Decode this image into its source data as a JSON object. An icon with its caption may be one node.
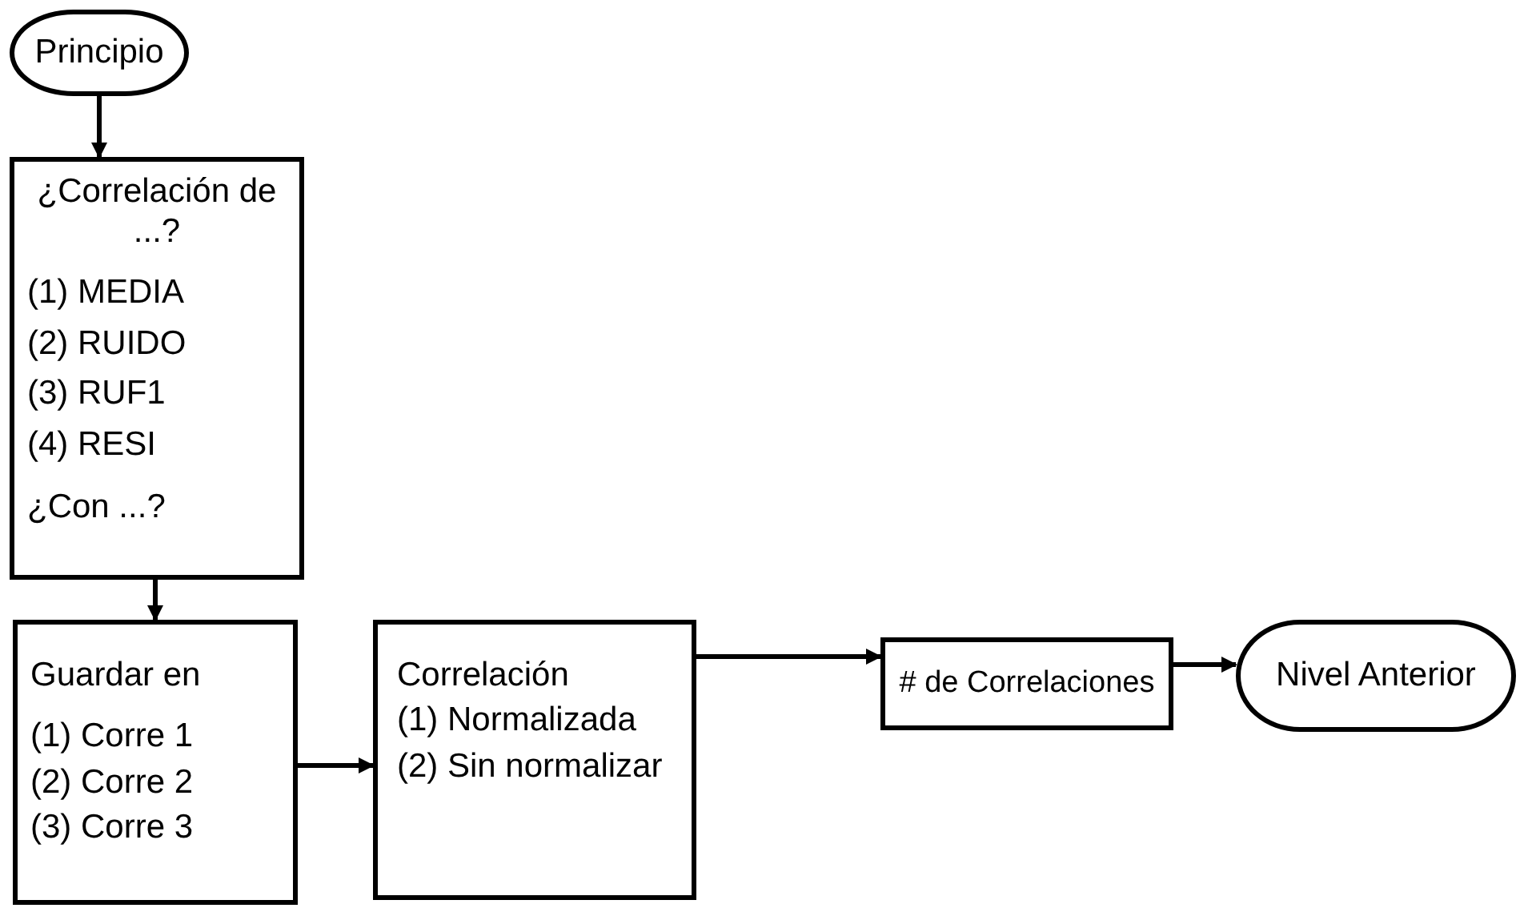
{
  "diagram": {
    "nodes": [
      {
        "text": [
          "Principio"
        ]
      },
      {
        "text": [
          "¿Correlación de ...?",
          "(1) MEDIA",
          "(2) RUIDO",
          "(3) RUF1",
          "(4) RESI",
          "¿Con ...?"
        ]
      },
      {
        "text": [
          "Guardar en",
          "(1) Corre 1",
          "(2) Corre 2",
          "(3) Corre 3"
        ]
      },
      {
        "text": [
          "Correlación",
          "(1) Normalizada",
          "(2) Sin normalizar"
        ]
      },
      {
        "text": [
          "# de Correlaciones"
        ]
      },
      {
        "text": [
          "Nivel Anterior"
        ]
      }
    ],
    "edges": [
      {
        "from": 0,
        "to": 1,
        "arrow": "to"
      },
      {
        "from": 1,
        "to": 2,
        "arrow": "to"
      },
      {
        "from": 2,
        "to": 3,
        "arrow": "to"
      },
      {
        "from": 3,
        "to": 4,
        "arrow": "to"
      },
      {
        "from": 4,
        "to": 5,
        "arrow": "to"
      }
    ]
  }
}
